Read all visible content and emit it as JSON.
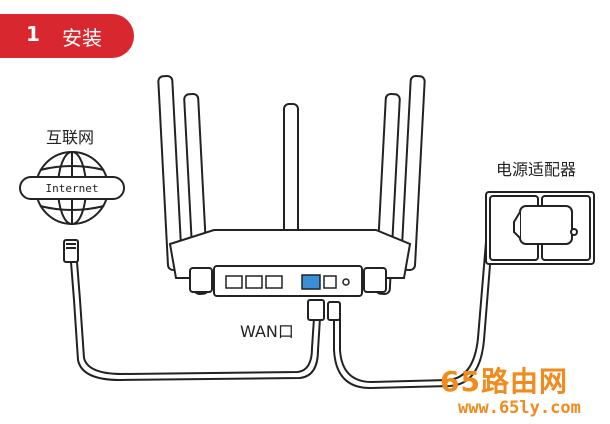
{
  "section": {
    "number": "1",
    "title": "安装"
  },
  "labels": {
    "internet": "互联网",
    "globe_text": "Internet",
    "power_adapter": "电源适配器",
    "wan_port": "WAN口"
  },
  "watermark": {
    "brand": "65路由网",
    "url": "www.65ly.com"
  },
  "colors": {
    "accent": "#d8272e",
    "port_highlight": "#3a8fd6",
    "watermark": "#f28a1c"
  }
}
